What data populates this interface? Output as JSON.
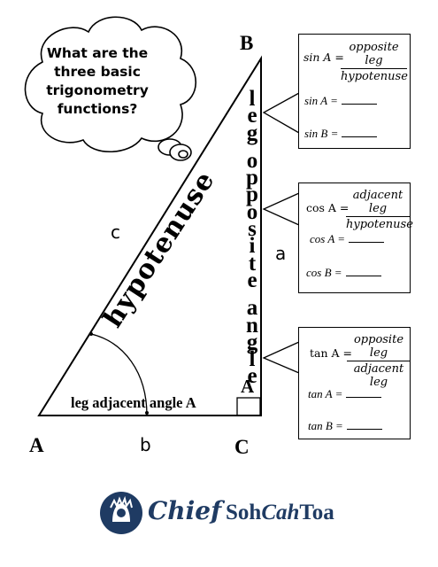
{
  "cloud": {
    "question": "What are the three basic trigonometry functions?"
  },
  "vertices": {
    "A": "A",
    "B": "B",
    "C": "C",
    "A_small": "A"
  },
  "sides": {
    "a": "a",
    "b": "b",
    "c": "c"
  },
  "labels": {
    "hypotenuse": "hypotenuse",
    "leg_opposite": "leg opposite angle",
    "leg_adjacent": "leg adjacent angle A"
  },
  "sin_box": {
    "lead": "sin A =",
    "numerator": "opposite leg",
    "denominator": "hypotenuse",
    "line1": "sin A =",
    "line2": "sin B ="
  },
  "cos_box": {
    "lead": "cos A =",
    "numerator": "adjacent leg",
    "denominator": "hypotenuse",
    "line1": "cos A =",
    "line2": "cos B ="
  },
  "tan_box": {
    "lead": "tan A =",
    "numerator": "opposite leg",
    "denominator": "adjacent leg",
    "line1": "tan A =",
    "line2": "tan B ="
  },
  "footer": {
    "chief": "Chief",
    "brand_a": "Soh",
    "brand_b": "Cah",
    "brand_c": "Toa"
  },
  "colors": {
    "brand": "#1f3b63"
  }
}
